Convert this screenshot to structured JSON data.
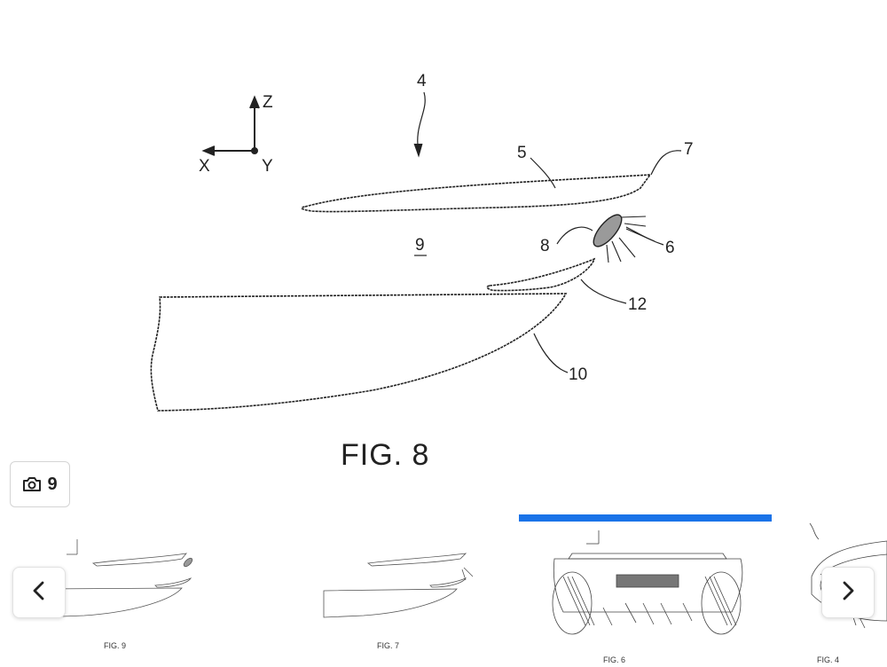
{
  "figure": {
    "caption": "FIG. 8",
    "labels": {
      "n4": "4",
      "n5": "5",
      "n7": "7",
      "n6": "6",
      "n8": "8",
      "n9": "9",
      "n12": "12",
      "n10": "10",
      "axis_z": "Z",
      "axis_x": "X",
      "axis_y": "Y"
    }
  },
  "gallery": {
    "photo_count": "9",
    "icons": {
      "count": "camera-icon",
      "prev": "chevron-left-icon",
      "next": "chevron-right-icon"
    },
    "accent_color": "#1a73e8",
    "thumbnails": [
      {
        "caption": "FIG. 9",
        "active": false
      },
      {
        "caption": "FIG. 7",
        "active": false
      },
      {
        "caption": "FIG. 6",
        "active": true
      },
      {
        "caption": "FIG. 4",
        "active": false
      }
    ]
  }
}
